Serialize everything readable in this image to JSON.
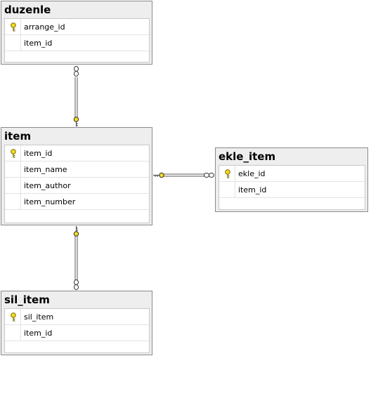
{
  "tables": {
    "duzenle": {
      "name": "duzenle",
      "columns": [
        {
          "label": "arrange_id",
          "primary_key": true
        },
        {
          "label": "item_id",
          "primary_key": false
        }
      ]
    },
    "item": {
      "name": "item",
      "columns": [
        {
          "label": "item_id",
          "primary_key": true
        },
        {
          "label": "item_name",
          "primary_key": false
        },
        {
          "label": "item_author",
          "primary_key": false
        },
        {
          "label": "item_number",
          "primary_key": false
        }
      ]
    },
    "ekle_item": {
      "name": "ekle_item",
      "columns": [
        {
          "label": "ekle_id",
          "primary_key": true
        },
        {
          "label": "item_id",
          "primary_key": false
        }
      ]
    },
    "sil_item": {
      "name": "sil_item",
      "columns": [
        {
          "label": "sil_item",
          "primary_key": true
        },
        {
          "label": "item_id",
          "primary_key": false
        }
      ]
    }
  },
  "relationships": [
    {
      "from": "duzenle",
      "to": "item",
      "many_end": "duzenle",
      "one_end": "item"
    },
    {
      "from": "ekle_item",
      "to": "item",
      "many_end": "ekle_item",
      "one_end": "item"
    },
    {
      "from": "sil_item",
      "to": "item",
      "many_end": "sil_item",
      "one_end": "item"
    }
  ],
  "colors": {
    "key_fill": "#f2dc1c",
    "key_stroke": "#7a6a00",
    "connector": "#5a5a5a"
  },
  "icons": {
    "primary_key": "key-icon",
    "one_end": "key-icon",
    "many_end": "infinity-icon"
  }
}
